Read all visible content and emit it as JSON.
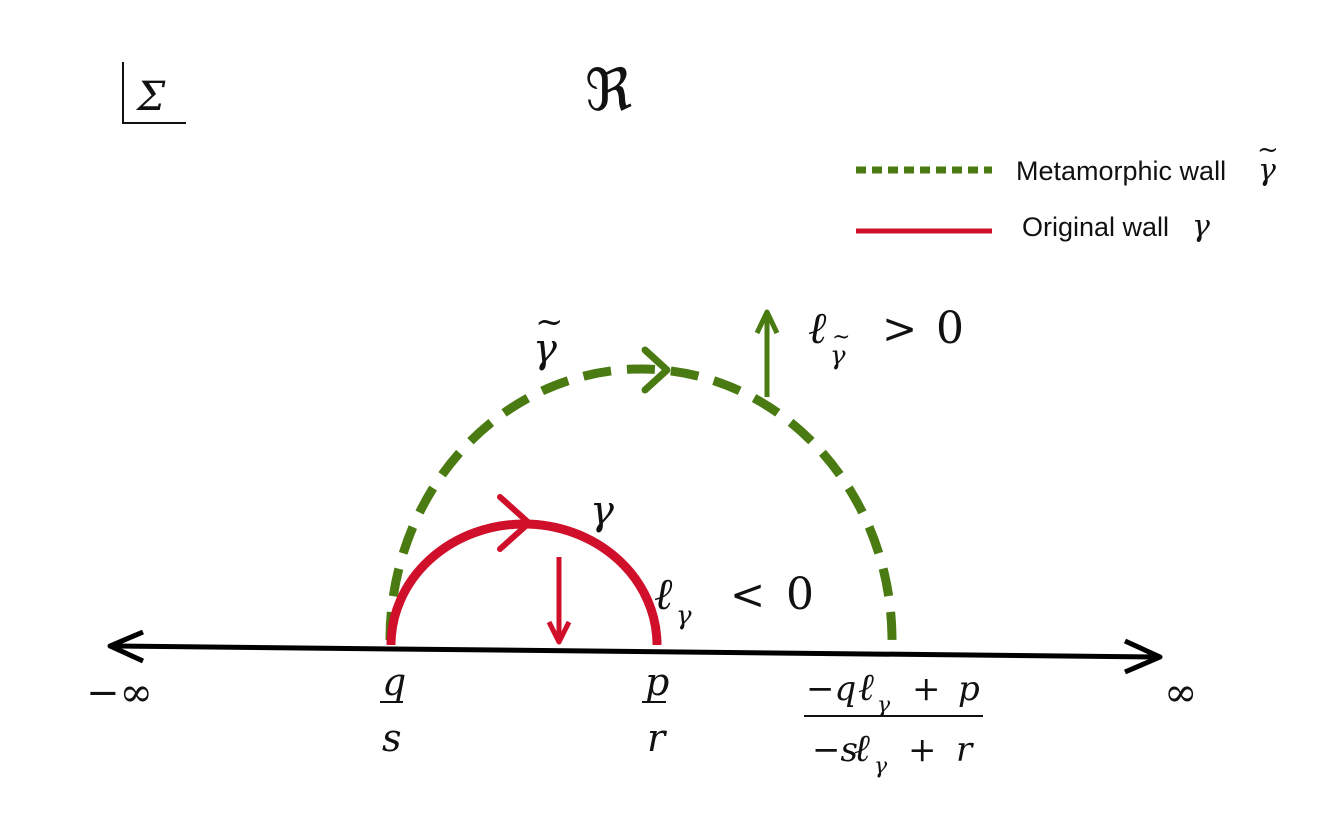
{
  "corner_label": "Σ",
  "region_label": "ℜ",
  "legend": [
    {
      "text": "Metamorphic wall",
      "symbol": "γ",
      "symbol_accent": "~",
      "color": "#4a7a12",
      "style": "dashed"
    },
    {
      "text": "Original wall",
      "symbol": "γ",
      "color": "#d0102a",
      "style": "solid"
    }
  ],
  "curves": {
    "original": {
      "label": "γ",
      "color": "#d0102a"
    },
    "metamorphic": {
      "label": "γ",
      "accent": "~",
      "color": "#4a7a12"
    }
  },
  "inequalities": {
    "gamma": {
      "ell": "ℓ",
      "sub": "γ",
      "op": "<",
      "rhs": "0"
    },
    "gamma_tilde": {
      "ell": "ℓ",
      "sub": "γ",
      "sub_accent": "~",
      "op": ">",
      "rhs": "0"
    }
  },
  "axis": {
    "left_label": "−∞",
    "right_label": "∞",
    "point_q_s": {
      "num": "q",
      "den": "s"
    },
    "point_p_r": {
      "num": "p",
      "den": "r"
    },
    "point_image": {
      "num": {
        "a": "−q",
        "ell": "ℓ",
        "sub": "γ",
        "op": "+",
        "b": "p"
      },
      "den": {
        "a": "−s",
        "ell": "ℓ",
        "sub": "γ",
        "op": "+",
        "b": "r"
      }
    }
  },
  "colors": {
    "axis": "#000000",
    "red": "#d0102a",
    "green": "#4a7a12"
  }
}
